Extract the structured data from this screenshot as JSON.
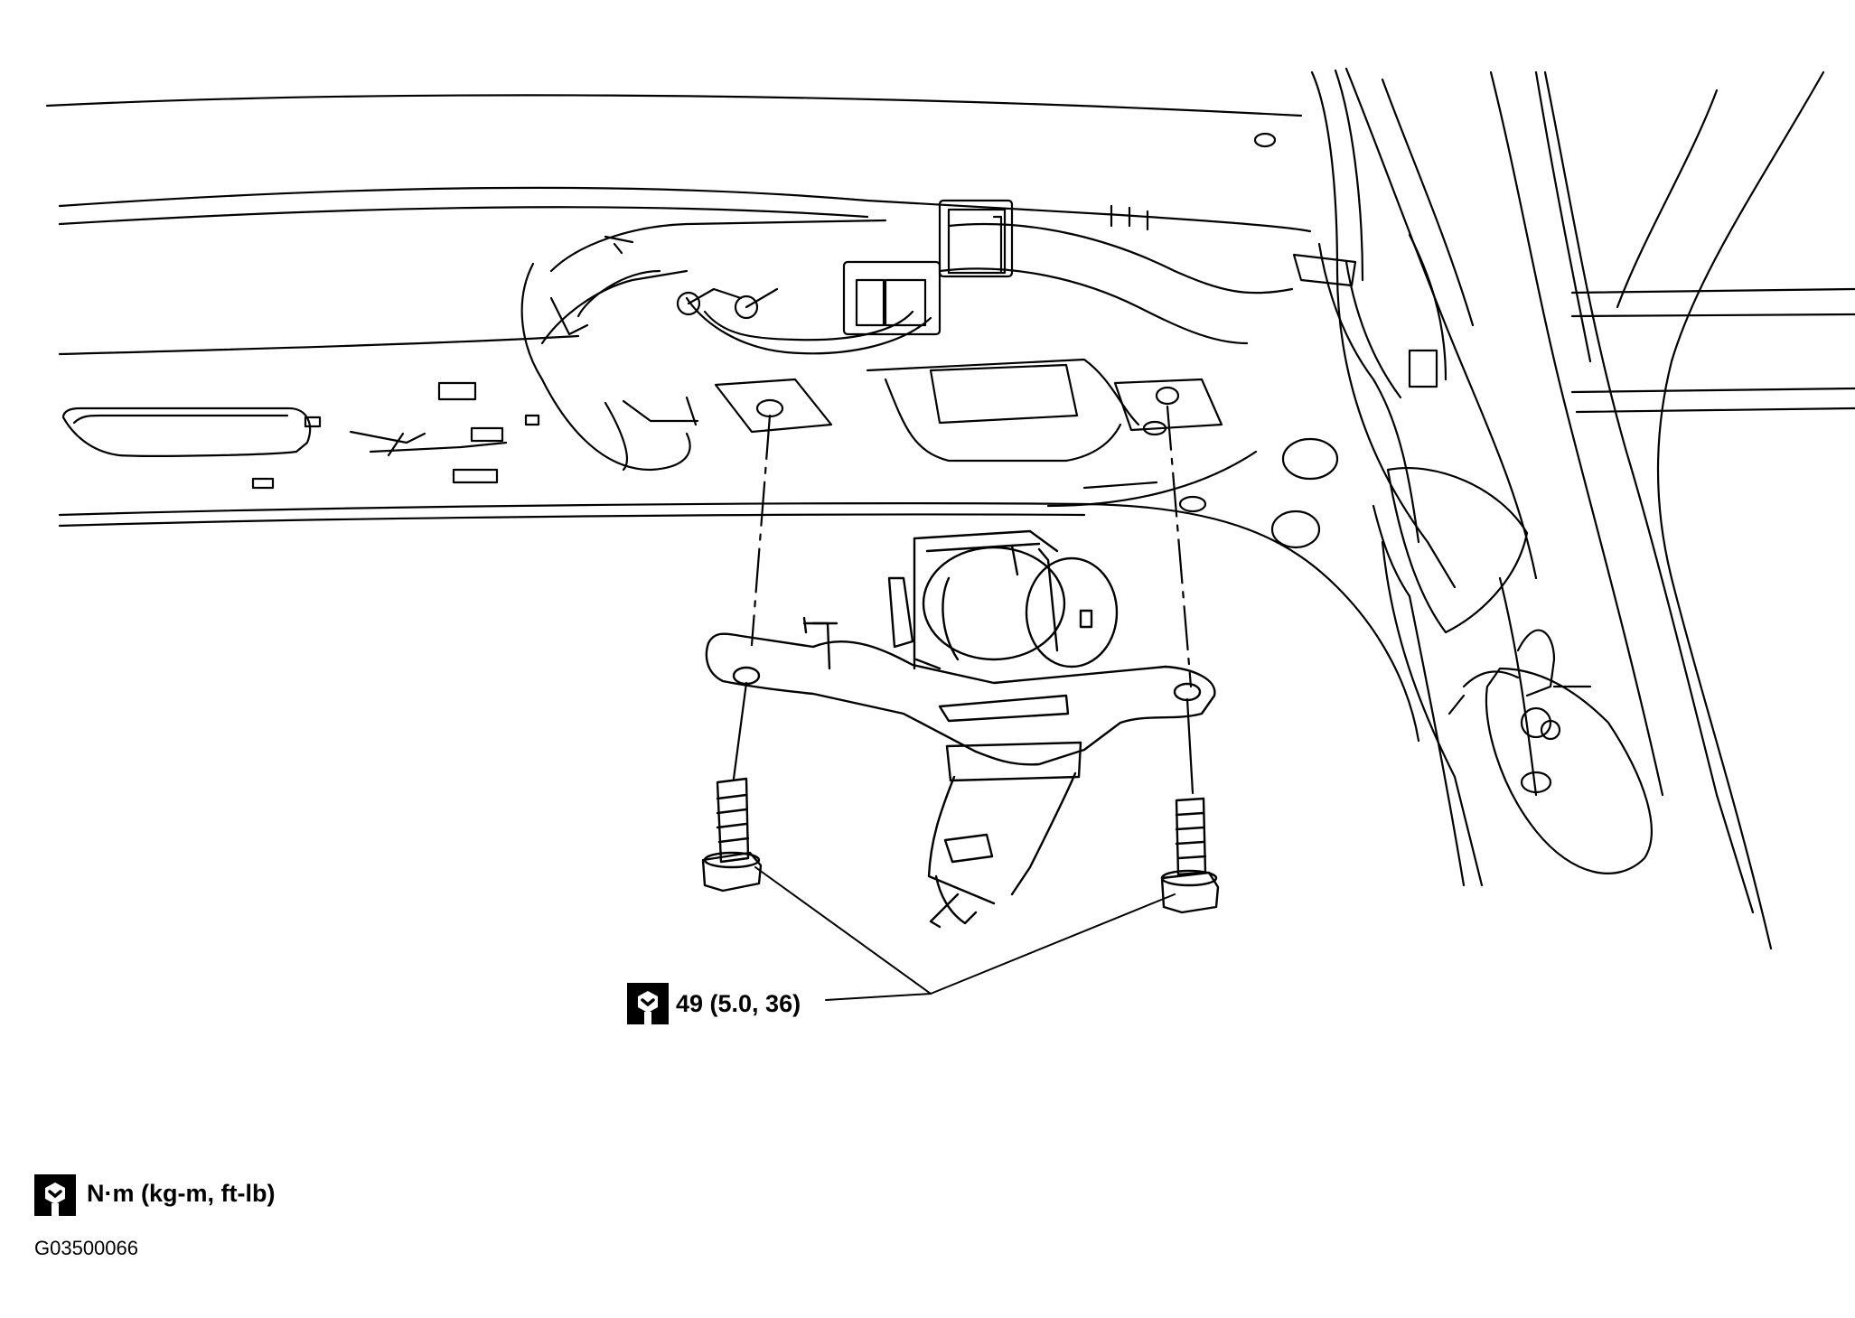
{
  "callouts": {
    "torque_value": "49 (5.0, 36)",
    "legend_units": "N·m (kg-m, ft-lb)",
    "figure_code": "G03500066"
  },
  "icons": {
    "torque": "torque-wrench-icon"
  },
  "colors": {
    "line": "#000000",
    "background": "#ffffff"
  }
}
